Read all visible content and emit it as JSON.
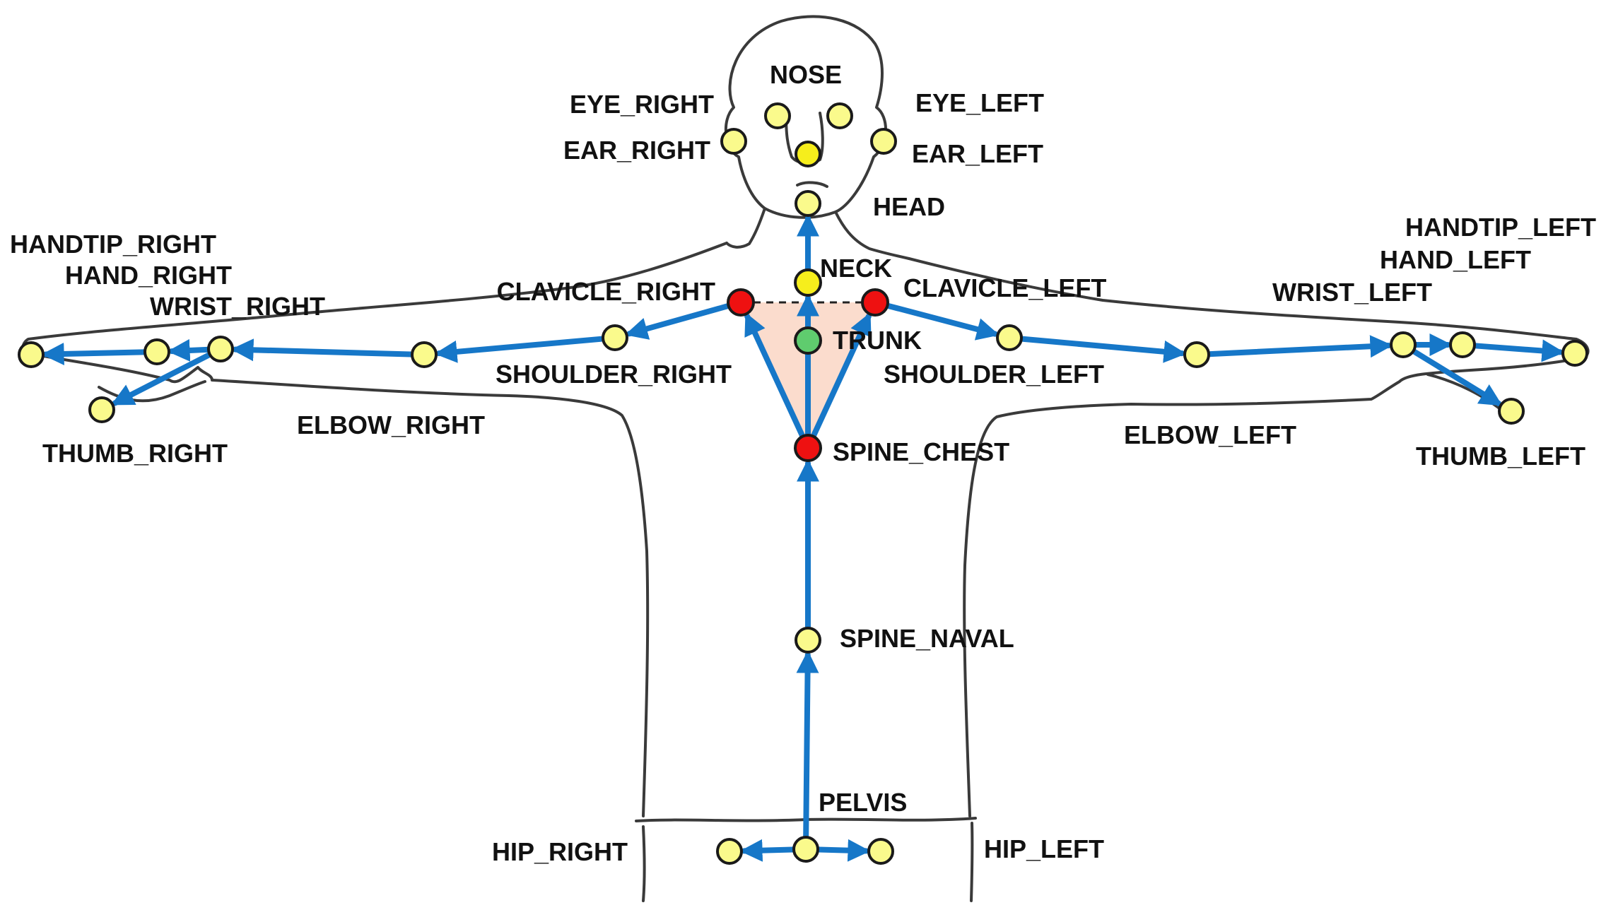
{
  "colors": {
    "bone": "#1677c8",
    "outline": "#3a3a3a",
    "joint_yellow": "#fafa8c",
    "joint_bright_yellow": "#f6ee1c",
    "joint_red": "#ee1111",
    "joint_green": "#5fcc6e",
    "trunk_fill": "#fbdccd",
    "joint_stroke": "#1a1a1a"
  },
  "joints": [
    {
      "key": "nose",
      "label": "NOSE"
    },
    {
      "key": "eye_right",
      "label": "EYE_RIGHT"
    },
    {
      "key": "eye_left",
      "label": "EYE_LEFT"
    },
    {
      "key": "ear_right",
      "label": "EAR_RIGHT"
    },
    {
      "key": "ear_left",
      "label": "EAR_LEFT"
    },
    {
      "key": "head",
      "label": "HEAD"
    },
    {
      "key": "neck",
      "label": "NECK"
    },
    {
      "key": "clavicle_right",
      "label": "CLAVICLE_RIGHT"
    },
    {
      "key": "clavicle_left",
      "label": "CLAVICLE_LEFT"
    },
    {
      "key": "trunk",
      "label": "TRUNK"
    },
    {
      "key": "shoulder_right",
      "label": "SHOULDER_RIGHT"
    },
    {
      "key": "shoulder_left",
      "label": "SHOULDER_LEFT"
    },
    {
      "key": "elbow_right",
      "label": "ELBOW_RIGHT"
    },
    {
      "key": "elbow_left",
      "label": "ELBOW_LEFT"
    },
    {
      "key": "wrist_right",
      "label": "WRIST_RIGHT"
    },
    {
      "key": "wrist_left",
      "label": "WRIST_LEFT"
    },
    {
      "key": "hand_right",
      "label": "HAND_RIGHT"
    },
    {
      "key": "hand_left",
      "label": "HAND_LEFT"
    },
    {
      "key": "handtip_right",
      "label": "HANDTIP_RIGHT"
    },
    {
      "key": "handtip_left",
      "label": "HANDTIP_LEFT"
    },
    {
      "key": "thumb_right",
      "label": "THUMB_RIGHT"
    },
    {
      "key": "thumb_left",
      "label": "THUMB_LEFT"
    },
    {
      "key": "spine_chest",
      "label": "SPINE_CHEST"
    },
    {
      "key": "spine_naval",
      "label": "SPINE_NAVAL"
    },
    {
      "key": "pelvis",
      "label": "PELVIS"
    },
    {
      "key": "hip_right",
      "label": "HIP_RIGHT"
    },
    {
      "key": "hip_left",
      "label": "HIP_LEFT"
    }
  ]
}
